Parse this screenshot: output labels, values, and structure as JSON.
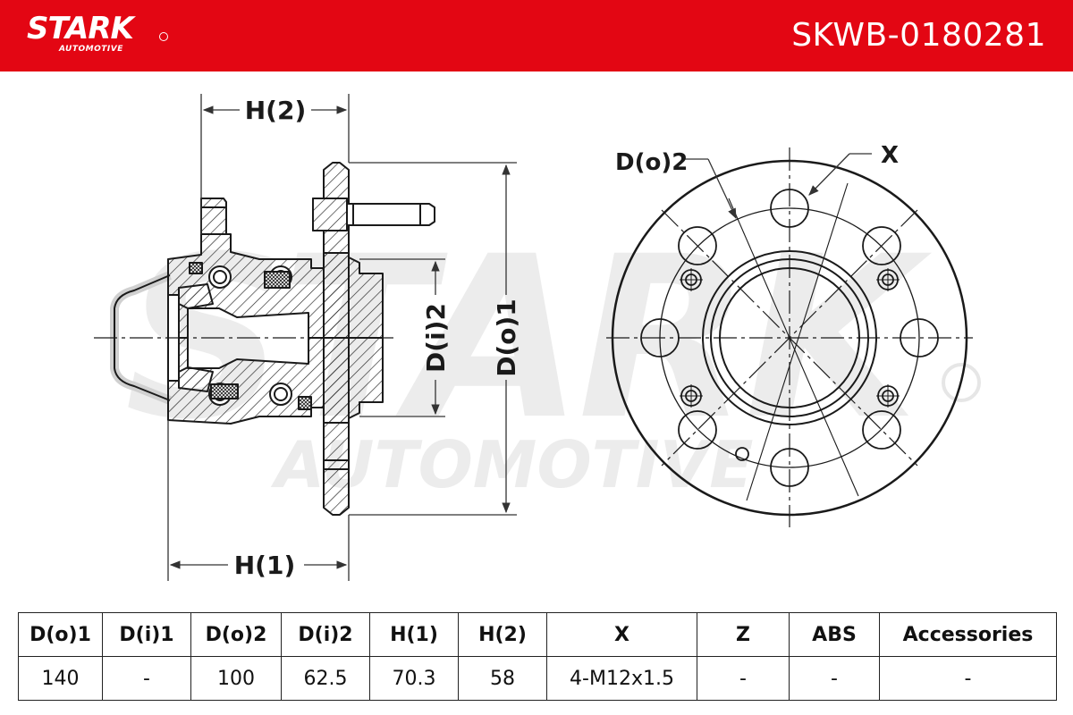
{
  "header": {
    "brand": "STARK",
    "brand_sub": "AUTOMOTIVE",
    "part_number": "SKWB-0180281",
    "background_color": "#e30613"
  },
  "diagram": {
    "watermark": "STARK",
    "watermark_sub": "AUTOMOTIVE",
    "labels": {
      "h2": "H(2)",
      "h1": "H(1)",
      "di2": "D(i)2",
      "do1": "D(o)1",
      "do2": "D(o)2",
      "x": "X"
    }
  },
  "spec_table": {
    "headers": [
      "D(o)1",
      "D(i)1",
      "D(o)2",
      "D(i)2",
      "H(1)",
      "H(2)",
      "X",
      "Z",
      "ABS",
      "Accessories"
    ],
    "values": [
      "140",
      "-",
      "100",
      "62.5",
      "70.3",
      "58",
      "4-M12x1.5",
      "-",
      "-",
      "-"
    ]
  }
}
